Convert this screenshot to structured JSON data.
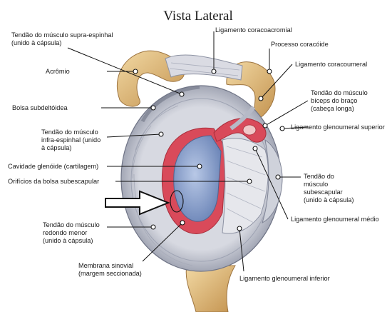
{
  "title": "Vista Lateral",
  "labels": {
    "supraspinatus": [
      "Tendão do músculo supra-espinhal",
      "(unido à cápsula)"
    ],
    "acromion": [
      "Acrômio"
    ],
    "subdeltoid_bursa": [
      "Bolsa subdeltóidea"
    ],
    "infraspinatus": [
      "Tendão do músculo",
      "infra-espinhal (unido",
      "à cápsula)"
    ],
    "glenoid_cavity": [
      "Cavidade glenóide (cartilagem)"
    ],
    "subscapular_orifices": [
      "Orifícios da bolsa subescapular"
    ],
    "teres_minor": [
      "Tendão do músculo",
      "redondo menor",
      "(unido à cápsula)"
    ],
    "synovial_membrane": [
      "Membrana sinovial",
      "(margem seccionada)"
    ],
    "coracoacromial": [
      "Ligamento coracoacromial"
    ],
    "coracoid": [
      "Processo coracóide"
    ],
    "coracohumeral": [
      "Ligamento coracoumeral"
    ],
    "biceps": [
      "Tendão do músculo",
      "bíceps do braço",
      "(cabeça longa)"
    ],
    "superior_glenohumeral": [
      "Ligamento glenoumeral superior"
    ],
    "subscapularis": [
      "Tendão do",
      "músculo",
      "subescapular",
      "(unido à cápsula)"
    ],
    "middle_glenohumeral": [
      "Ligamento glenoumeral médio"
    ],
    "inferior_glenohumeral": [
      "Ligamento glenoumeral inferior"
    ]
  },
  "colors": {
    "bone": "#e8c78a",
    "bone_shadow": "#b98a48",
    "capsule": "#c9ccd6",
    "capsule_shadow": "#8d92a3",
    "cartilage": "#8ea6cf",
    "synovial": "#d94a5a",
    "ligament": "#dfe0e6",
    "arrow_stroke": "#111111"
  },
  "icons": {
    "pointer_arrow": "right-arrow-icon",
    "highlight": "ellipse-marker"
  }
}
